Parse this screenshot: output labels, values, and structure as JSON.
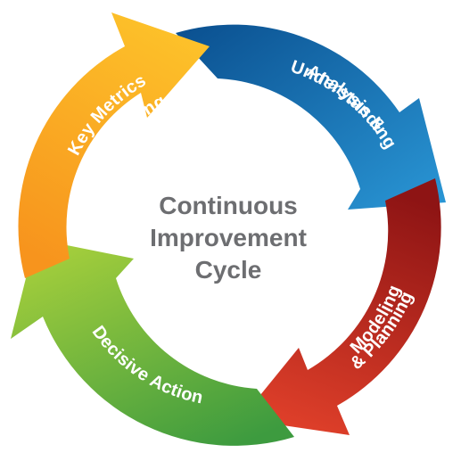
{
  "diagram": {
    "center_lines": [
      "Continuous",
      "Improvement",
      "Cycle"
    ],
    "segments": [
      {
        "id": "analysis",
        "lines": [
          "Analysis &",
          "Understanding"
        ],
        "colors": [
          "#0a4f8f",
          "#2a97d6"
        ]
      },
      {
        "id": "modeling",
        "lines": [
          "Modeling",
          "& Planning"
        ],
        "colors": [
          "#8e1414",
          "#e0402a"
        ]
      },
      {
        "id": "decisive",
        "lines": [
          "Decisive Action"
        ],
        "colors": [
          "#a6cf3c",
          "#3d9b3f"
        ]
      },
      {
        "id": "metrics",
        "lines": [
          "Key Metrics",
          "& Reporting"
        ],
        "colors": [
          "#f7941d",
          "#fdc22a"
        ]
      }
    ]
  }
}
